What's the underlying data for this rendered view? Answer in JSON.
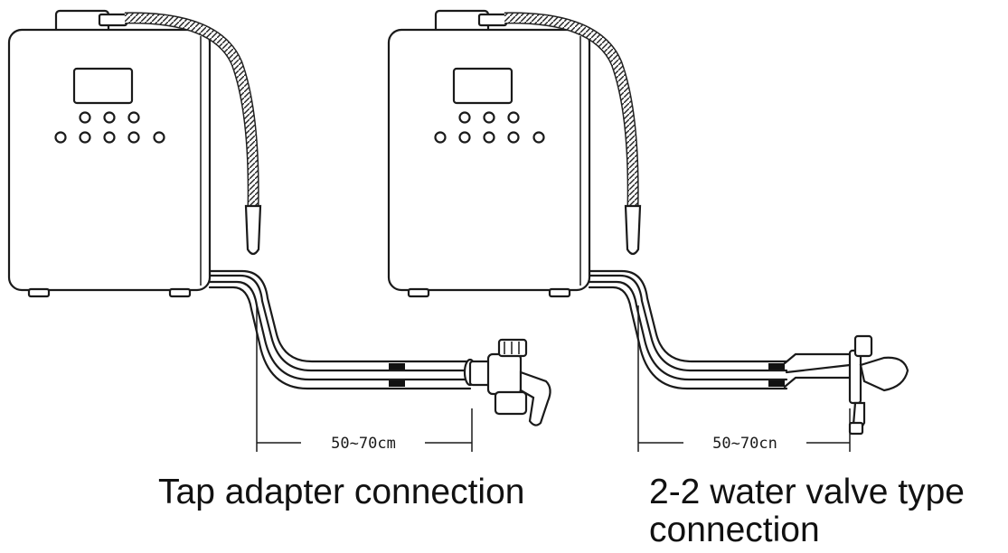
{
  "left": {
    "distance_label": "50~70cm",
    "caption": "Tap adapter connection"
  },
  "right": {
    "distance_label": "50~70cn",
    "caption_line1": "2-2 water valve type",
    "caption_line2": "connection"
  }
}
